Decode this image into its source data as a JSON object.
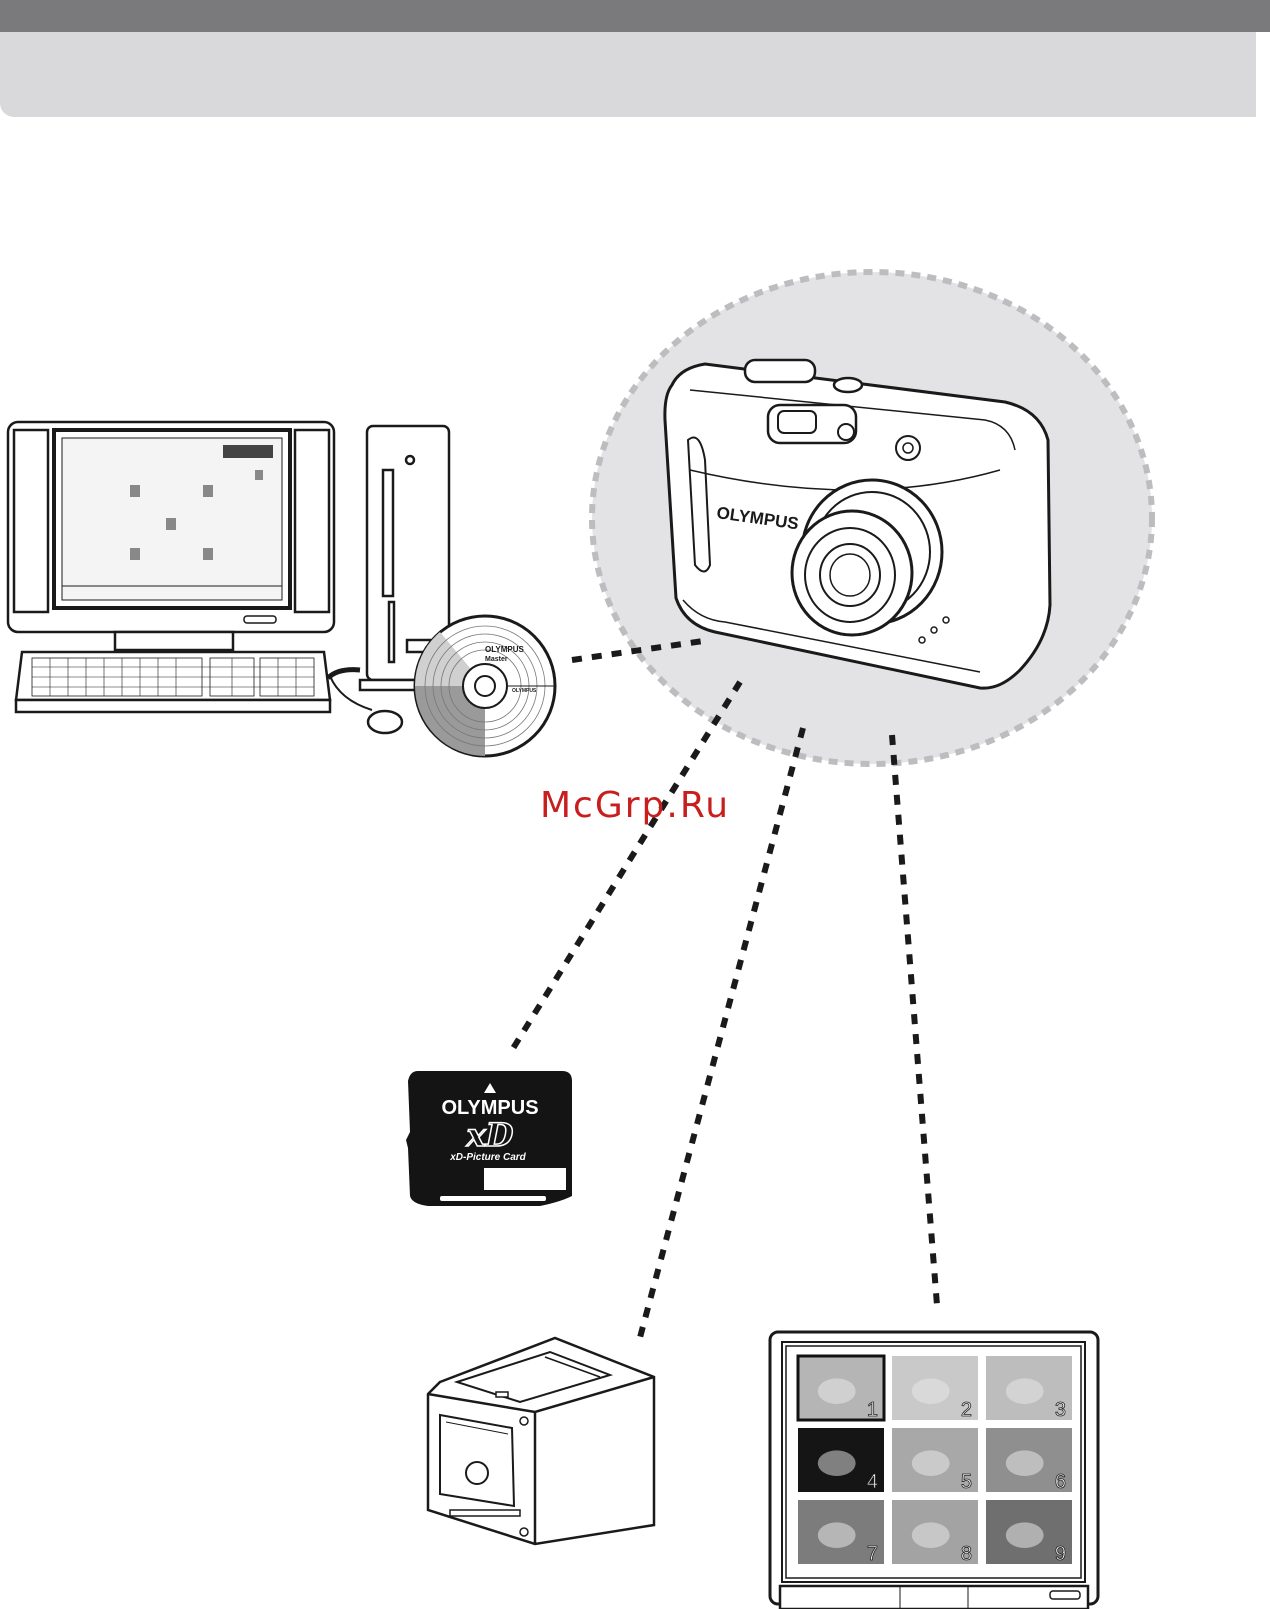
{
  "watermark": "McGrp.Ru",
  "camera": {
    "brand": "OLYMPUS"
  },
  "cd": {
    "line1": "OLYMPUS",
    "line2": "Master",
    "brand": "OLYMPUS"
  },
  "xd_card": {
    "brand": "OLYMPUS",
    "logo": "xD",
    "product": "xD-Picture Card"
  },
  "tv": {
    "thumbnails": [
      "1",
      "2",
      "3",
      "4",
      "5",
      "6",
      "7",
      "8",
      "9"
    ]
  },
  "colors": {
    "header_dark": "#7a7a7c",
    "header_light": "#d9d9db",
    "halo": "#e3e3e5",
    "watermark": "#c81e1e"
  }
}
